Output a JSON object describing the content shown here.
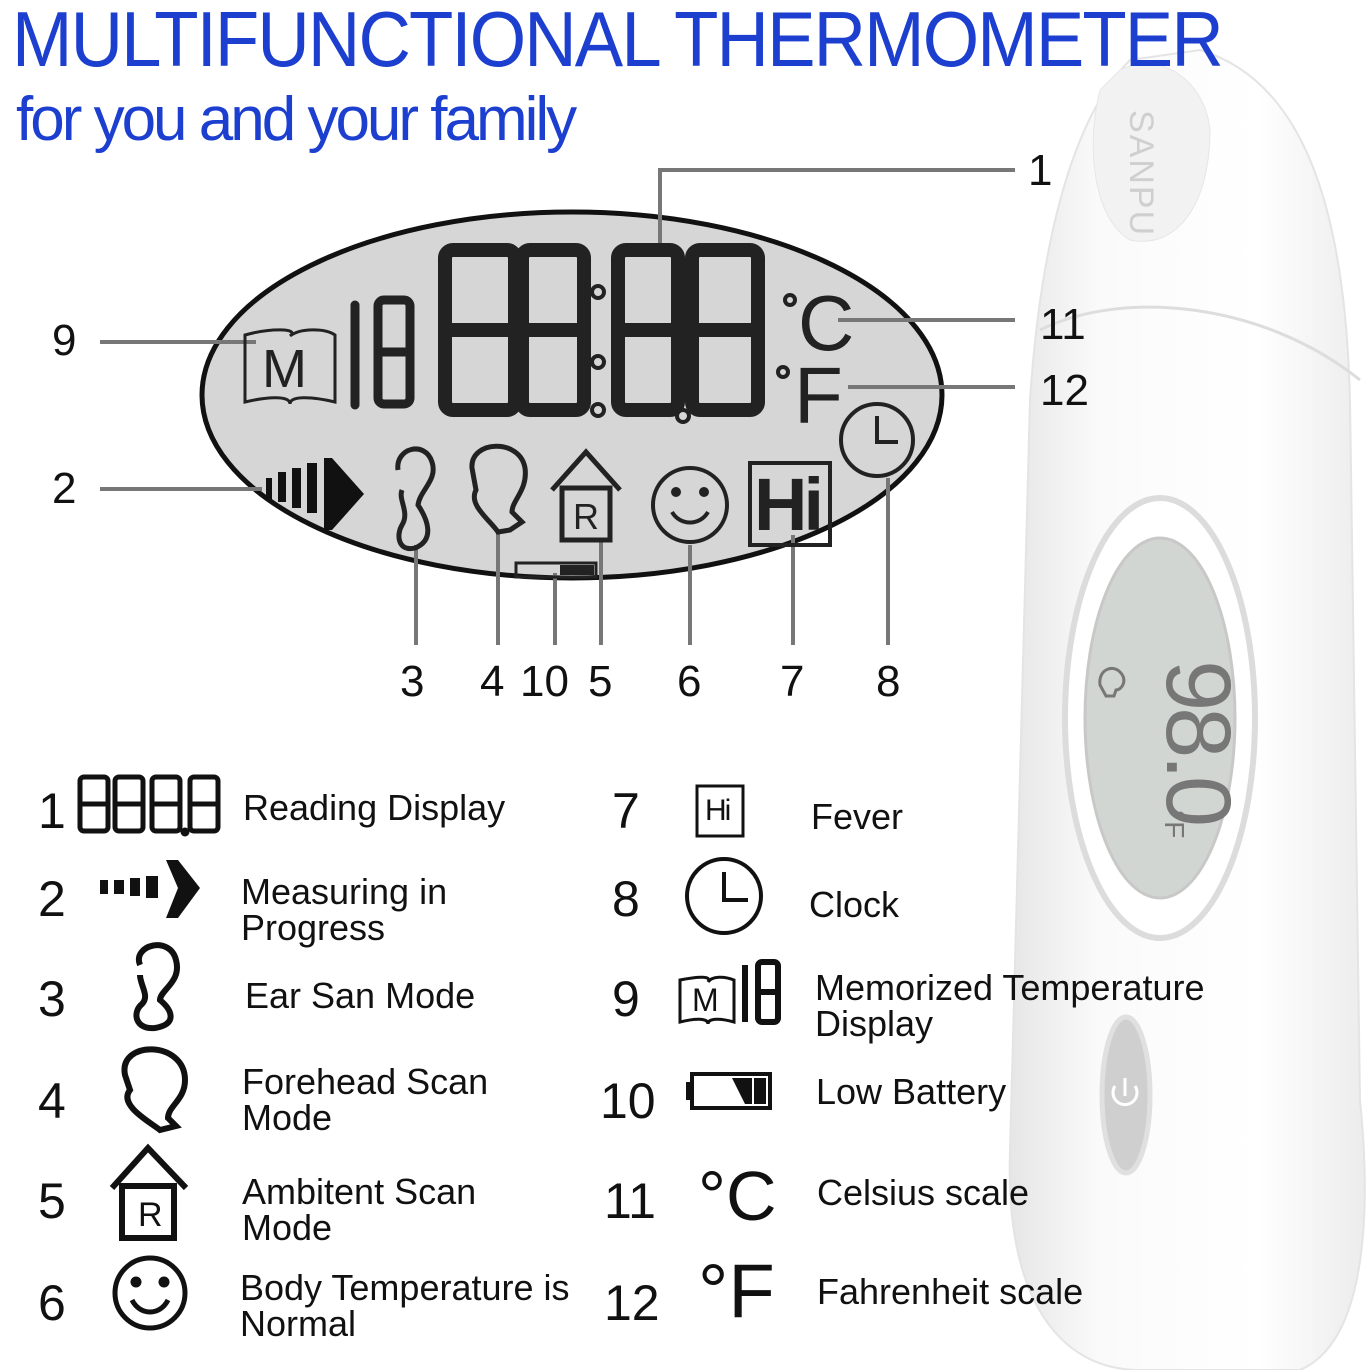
{
  "header": {
    "title": "MULTIFUNCTIONAL THERMOMETER",
    "subtitle": "for you and your family"
  },
  "device": {
    "brand": "SANPU",
    "screen_reading": "98.0",
    "screen_unit": "°F"
  },
  "lcd": {
    "memory_label": "M",
    "memory_digits": "18",
    "reading": "88:88",
    "celsius": "°C",
    "fahrenheit": "°F",
    "fever_label": "Hi",
    "ambient_label": "R"
  },
  "callouts": [
    "1",
    "2",
    "3",
    "4",
    "10",
    "5",
    "6",
    "7",
    "8",
    "9",
    "11",
    "12"
  ],
  "legend": [
    {
      "num": "1",
      "label": "Reading Display",
      "icon": "digits-icon",
      "icon_text": "8888"
    },
    {
      "num": "2",
      "label": "Measuring in Progress",
      "icon": "arrow-progress-icon"
    },
    {
      "num": "3",
      "label": "Ear San Mode",
      "icon": "ear-icon"
    },
    {
      "num": "4",
      "label": "Forehead Scan Mode",
      "icon": "head-icon"
    },
    {
      "num": "5",
      "label": "Ambitent Scan Mode",
      "icon": "house-icon",
      "icon_text": "R"
    },
    {
      "num": "6",
      "label": "Body Temperature is Normal",
      "icon": "smiley-icon"
    },
    {
      "num": "7",
      "label": "Fever",
      "icon": "hi-icon",
      "icon_text": "Hi"
    },
    {
      "num": "8",
      "label": "Clock",
      "icon": "clock-icon"
    },
    {
      "num": "9",
      "label": "Memorized Temperature Display",
      "icon": "memory-icon",
      "icon_text": "M"
    },
    {
      "num": "10",
      "label": "Low Battery",
      "icon": "battery-icon"
    },
    {
      "num": "11",
      "label": "Celsius scale",
      "icon": "celsius-icon",
      "icon_text": "°C"
    },
    {
      "num": "12",
      "label": "Fahrenheit scale",
      "icon": "fahrenheit-icon",
      "icon_text": "°F"
    }
  ],
  "colors": {
    "title": "#1c3fcf",
    "lcd_bg": "#d6d6d6",
    "ink": "#111111",
    "line": "#777777"
  }
}
